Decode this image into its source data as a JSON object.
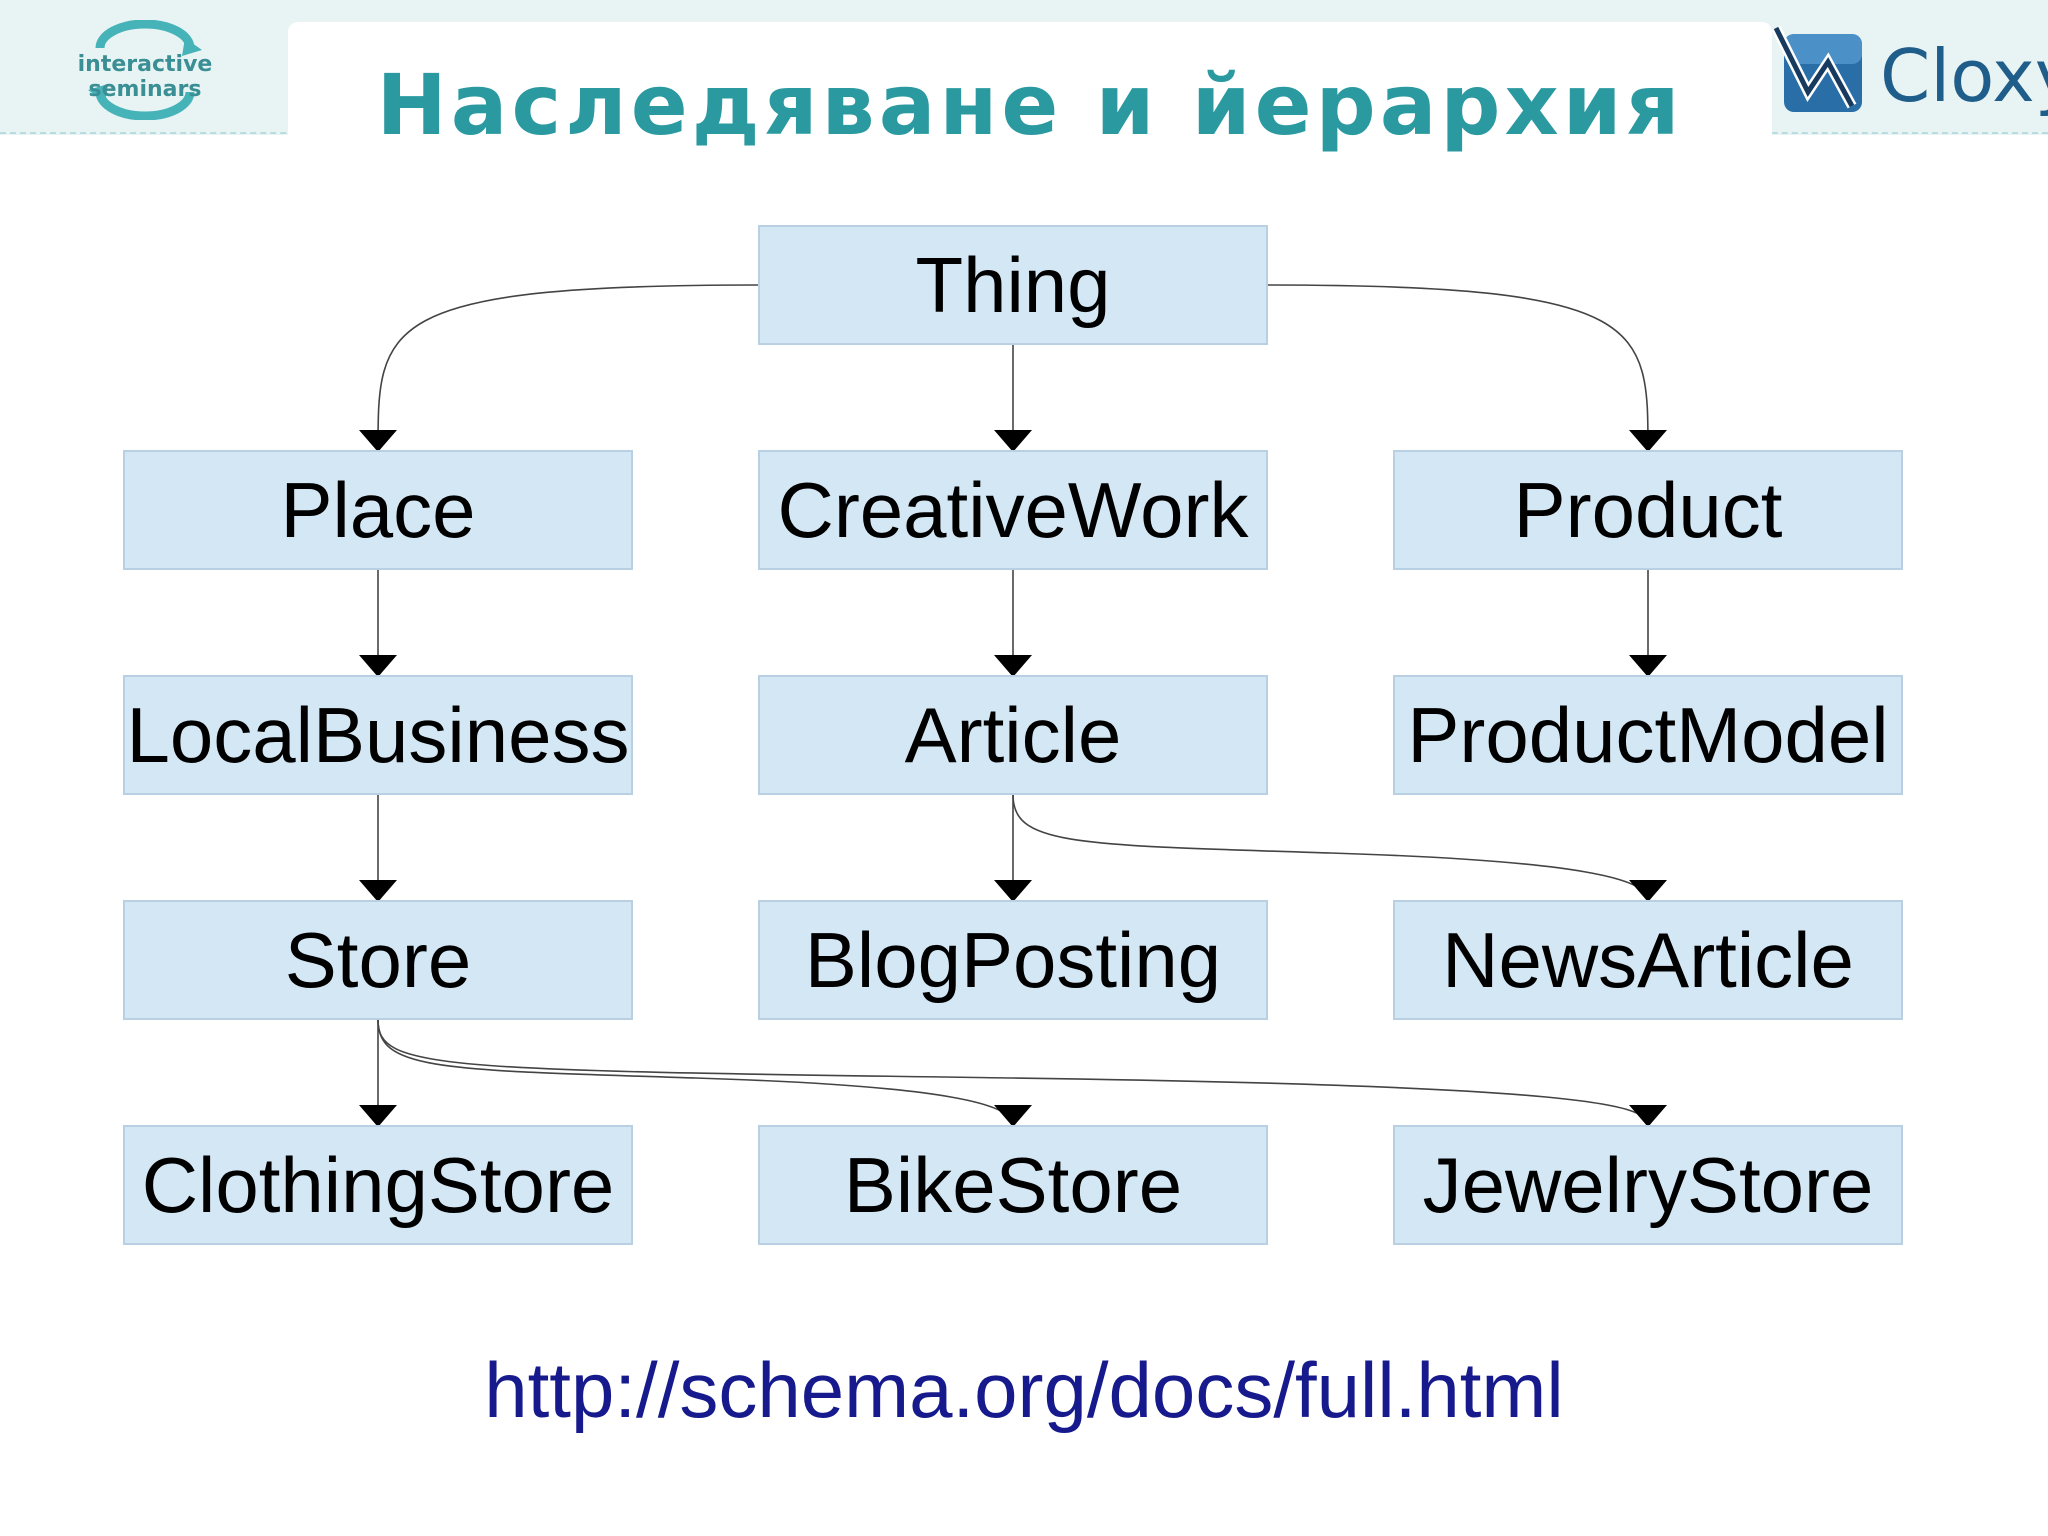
{
  "slide": {
    "title": "Наследяване и йерархия",
    "url": "http://schema.org/docs/full.html"
  },
  "logos": {
    "left": "interactive seminars",
    "right": "Cloxy"
  },
  "nodes": {
    "thing": "Thing",
    "place": "Place",
    "creativework": "CreativeWork",
    "product": "Product",
    "localbusiness": "LocalBusiness",
    "article": "Article",
    "productmodel": "ProductModel",
    "store": "Store",
    "blogposting": "BlogPosting",
    "newsarticle": "NewsArticle",
    "clothingstore": "ClothingStore",
    "bikestore": "BikeStore",
    "jewelrystore": "JewelryStore"
  },
  "edges": [
    [
      "thing",
      "place"
    ],
    [
      "thing",
      "creativework"
    ],
    [
      "thing",
      "product"
    ],
    [
      "place",
      "localbusiness"
    ],
    [
      "creativework",
      "article"
    ],
    [
      "product",
      "productmodel"
    ],
    [
      "localbusiness",
      "store"
    ],
    [
      "article",
      "blogposting"
    ],
    [
      "article",
      "newsarticle"
    ],
    [
      "store",
      "clothingstore"
    ],
    [
      "store",
      "bikestore"
    ],
    [
      "store",
      "jewelrystore"
    ]
  ],
  "colors": {
    "title": "#2a9aa0",
    "node_fill": "#d4e7f4",
    "node_border": "#b9d0e2",
    "url": "#161a8c",
    "header_bg": "#e8f3f4"
  }
}
